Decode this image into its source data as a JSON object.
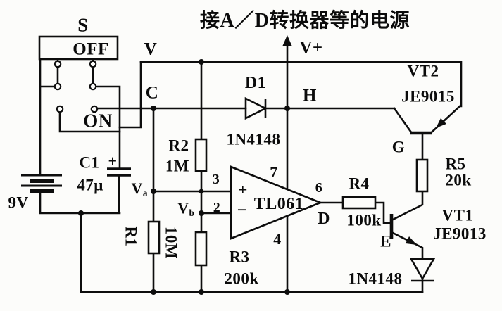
{
  "title": {
    "text": "接A／D转换器等的电源"
  },
  "rails": {
    "v": "V",
    "vplus": "V+"
  },
  "switch": {
    "ref": "S",
    "off": "OFF",
    "on": "ON"
  },
  "battery": {
    "value": "9V"
  },
  "capacitor": {
    "ref": "C1",
    "value": "47μ",
    "polarity": "+"
  },
  "nodes": {
    "c": "C",
    "h": "H",
    "d": "D",
    "e": "E",
    "g": "G",
    "va_main": "V",
    "va_sub": "a",
    "vb_main": "V",
    "vb_sub": "b"
  },
  "resistors": {
    "r1": {
      "ref": "R1",
      "value": "10M"
    },
    "r2": {
      "ref": "R2",
      "value": "1M"
    },
    "r3": {
      "ref": "R3",
      "value": "200k"
    },
    "r4": {
      "ref": "R4",
      "value": "100k"
    },
    "r5": {
      "ref": "R5",
      "value": "20k"
    }
  },
  "diodes": {
    "d1": {
      "ref": "D1",
      "part": "1N4148"
    },
    "d2": {
      "part": "1N4148"
    }
  },
  "transistors": {
    "vt1": {
      "ref": "VT1",
      "part": "JE9013"
    },
    "vt2": {
      "ref": "VT2",
      "part": "JE9015"
    }
  },
  "opamp": {
    "part": "TL061",
    "plus": "+",
    "minus": "−",
    "pins": {
      "p2": "2",
      "p3": "3",
      "p4": "4",
      "p6": "6",
      "p7": "7"
    }
  }
}
